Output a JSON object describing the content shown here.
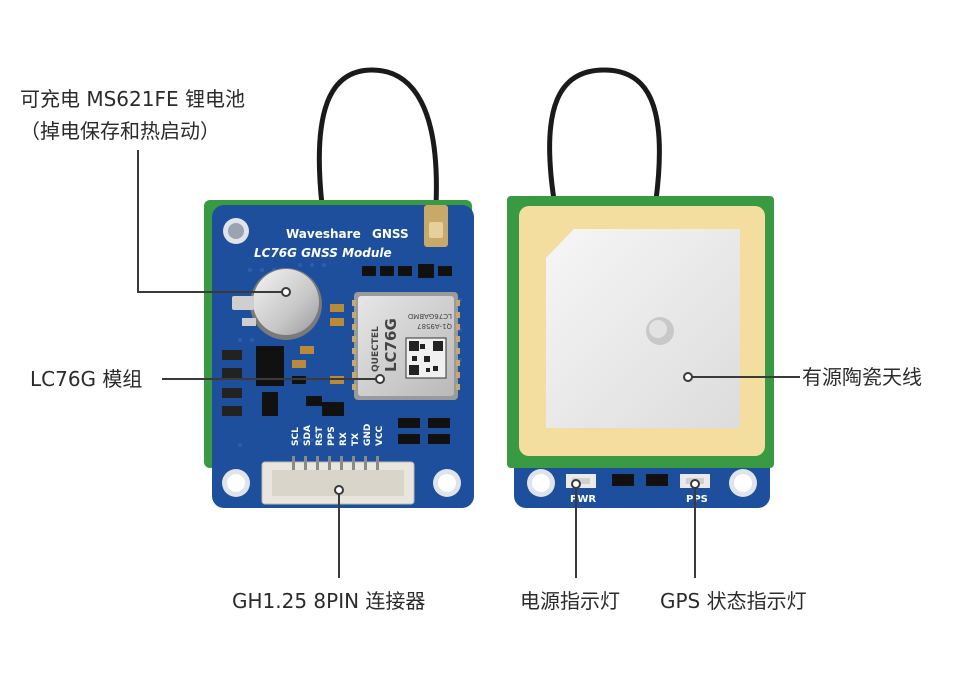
{
  "labels": {
    "battery_line1": "可充电 MS621FE 锂电池",
    "battery_line2": "（掉电保存和热启动）",
    "module": "LC76G 模组",
    "connector": "GH1.25 8PIN 连接器",
    "antenna": "有源陶瓷天线",
    "power_led": "电源指示灯",
    "gps_led": "GPS 状态指示灯"
  },
  "board": {
    "brand": "Waveshare",
    "gnss": "GNSS",
    "model": "LC76G GNSS Module",
    "chip_brand": "QUECTEL",
    "chip_model": "LC76G",
    "chip_code": "LC76GABMD",
    "chip_serial": "Q1-A9587",
    "pins": [
      "SCL",
      "SDA",
      "RST",
      "PPS",
      "RX",
      "TX",
      "GND",
      "VCC"
    ],
    "pwr": "PWR",
    "pps": "PPS"
  },
  "colors": {
    "pcb_blue": "#1d4f9c",
    "pcb_green": "#3a9a44",
    "ceramic": "#f3dea0",
    "line": "#3a3a3a"
  }
}
